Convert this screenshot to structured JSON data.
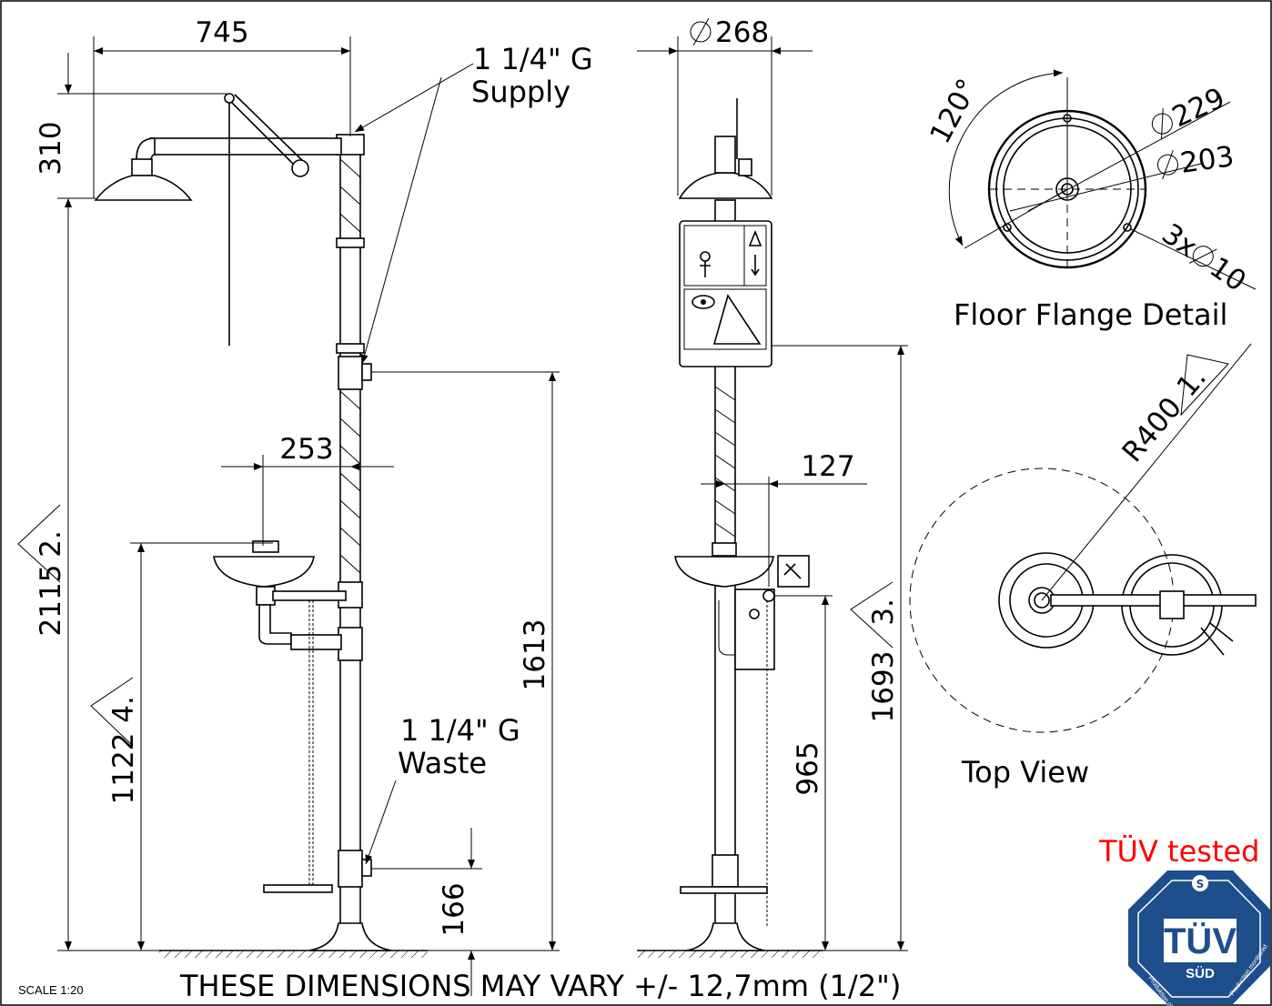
{
  "side_view": {
    "dim_width_top": "745",
    "dim_head_height": "310",
    "supply_label_1": "1 1/4\" G",
    "supply_label_2": "Supply",
    "dim_eyewash_offset": "253",
    "dim_total_height": "2115",
    "rev_total_height": "2.",
    "dim_eyewash_height": "1122",
    "rev_eyewash_height": "4.",
    "dim_pushhandle_height": "1613",
    "waste_label_1": "1 1/4\" G",
    "waste_label_2": "Waste",
    "dim_waste_height": "166"
  },
  "front_view": {
    "dim_head_diameter": "268",
    "dim_handle_offset": "127",
    "dim_sign_height": "1693",
    "rev_sign_height": "3.",
    "dim_eyewash_valve_height": "965"
  },
  "flange": {
    "angle": "120°",
    "dia_outer": "229",
    "dia_inner": "203",
    "holes": "3x",
    "hole_dia": "10",
    "title": "Floor Flange Detail"
  },
  "top_view": {
    "radius": "R400",
    "rev_radius": "1.",
    "title": "Top View"
  },
  "tuv": {
    "tested_text": "TÜV tested",
    "tested_color": "#ff0000",
    "seal_main": "TÜV",
    "seal_sub": "SÜD",
    "seal_color": "#1f4e8c",
    "seal_ring_left": "Produktion überwacht",
    "seal_ring_right": "Production monitored"
  },
  "footer": {
    "scale": "SCALE 1:20",
    "disclaimer": "THESE DIMENSIONS MAY VARY +/- 12,7mm (1/2\")"
  }
}
